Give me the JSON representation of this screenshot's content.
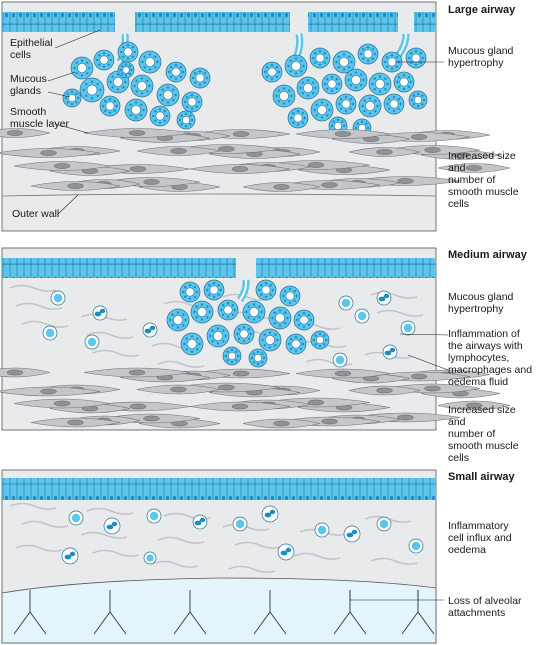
{
  "panels": [
    {
      "key": "large",
      "title": "Large airway",
      "labels_inside": [
        "Epithelial\ncells",
        "Mucous\nglands",
        "Smooth\nmuscle layer",
        "Outer wall"
      ],
      "labels_right": [
        "Mucous gland\nhypertrophy",
        "Increased size and\nnumber of\nsmooth muscle\ncells"
      ]
    },
    {
      "key": "medium",
      "title": "Medium airway",
      "labels_right": [
        "Mucous gland\nhypertrophy",
        "Inflammation of\nthe airways with\nlymphocytes,\nmacrophages and\noedema fluid",
        "Increased size and\nnumber of\nsmooth muscle\ncells"
      ]
    },
    {
      "key": "small",
      "title": "Small airway",
      "labels_right": [
        "Inflammatory\ncell influx and\noedema",
        "Loss of alveolar\nattachments"
      ]
    }
  ],
  "colors": {
    "epithelium": "#5bc5ec",
    "epithelium_dark": "#1a8fc4",
    "wall": "#e9eaeb",
    "muscle": "#c4c6c9",
    "nucleus": "#8f9296",
    "alveolar": "#e4f4fb",
    "outline": "#3a3a3a"
  }
}
